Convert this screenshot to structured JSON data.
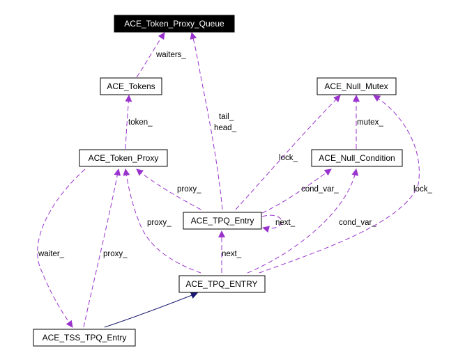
{
  "diagram": {
    "colors": {
      "dependency_edge": "#9a32cd",
      "inheritance_edge": "#191970",
      "node_border": "#000000",
      "highlight_fill": "#000000",
      "highlight_text": "#ffffff",
      "node_fill": "#ffffff",
      "node_text": "#000000"
    },
    "nodes": {
      "token_proxy_queue": {
        "label": "ACE_Token_Proxy_Queue",
        "highlighted": true
      },
      "tokens": {
        "label": "ACE_Tokens"
      },
      "null_mutex": {
        "label": "ACE_Null_Mutex"
      },
      "token_proxy": {
        "label": "ACE_Token_Proxy"
      },
      "null_condition": {
        "label": "ACE_Null_Condition"
      },
      "tpq_entry": {
        "label": "ACE_TPQ_Entry"
      },
      "tpq_entry_upper": {
        "label": "ACE_TPQ_ENTRY"
      },
      "tss_tpq_entry": {
        "label": "ACE_TSS_TPQ_Entry"
      }
    },
    "edge_labels": {
      "waiters": "waiters_",
      "tail": "tail_",
      "head": "head_",
      "token": "token_",
      "mutex": "mutex_",
      "lock_entry": "lock_",
      "lock_entry_upper": "lock_",
      "proxy_entry": "proxy_",
      "proxy_entry_upper": "proxy_",
      "proxy_tss": "proxy_",
      "cond_var_entry": "cond_var_",
      "cond_var_entry_upper": "cond_var_",
      "next_self": "next_",
      "next_upper": "next_",
      "waiter": "waiter_"
    }
  }
}
